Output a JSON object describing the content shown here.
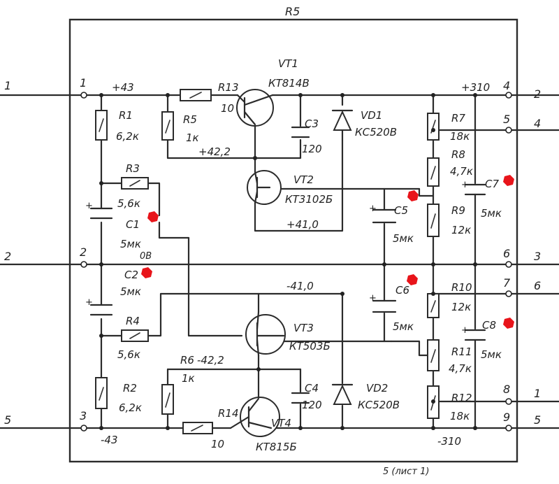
{
  "block_label": "R5",
  "footer_label": "5 (лист 1)",
  "ports_left": [
    {
      "outer": "1",
      "inner": "1"
    },
    {
      "outer": "2",
      "inner": "2"
    },
    {
      "outer": "5",
      "inner": "3"
    }
  ],
  "ports_right": [
    {
      "inner": "4",
      "outer": "2"
    },
    {
      "inner": "5",
      "outer": "4"
    },
    {
      "inner": "6",
      "outer": "3"
    },
    {
      "inner": "7",
      "outer": "6"
    },
    {
      "inner": "8",
      "outer": "1"
    },
    {
      "inner": "9",
      "outer": "5"
    }
  ],
  "voltages": {
    "v_plus_43": "+43",
    "v_plus_42": "+42,2",
    "v_plus_41": "+41,0",
    "v_minus_41": "-41,0",
    "v_minus_42": "-42,2",
    "v_minus_43": "-43",
    "v_plus_310": "+310",
    "v_minus_310": "-310",
    "zero_volt": "0В"
  },
  "components": {
    "R1": {
      "ref": "R1",
      "value": "6,2к"
    },
    "R2": {
      "ref": "R2",
      "value": "6,2к"
    },
    "R3": {
      "ref": "R3",
      "value": "5,6к"
    },
    "R4": {
      "ref": "R4",
      "value": "5,6к"
    },
    "R5": {
      "ref": "R5",
      "value": "1к"
    },
    "R6": {
      "ref": "R6",
      "value": "1к"
    },
    "R7": {
      "ref": "R7",
      "value": "18к"
    },
    "R8": {
      "ref": "R8",
      "value": "4,7к"
    },
    "R9": {
      "ref": "R9",
      "value": "12к"
    },
    "R10": {
      "ref": "R10",
      "value": "12к"
    },
    "R11": {
      "ref": "R11",
      "value": "4,7к"
    },
    "R12": {
      "ref": "R12",
      "value": "18к"
    },
    "R13": {
      "ref": "R13",
      "value": "10"
    },
    "R14": {
      "ref": "R14",
      "value": "10"
    },
    "C1": {
      "ref": "C1",
      "value": "5мк"
    },
    "C2": {
      "ref": "C2",
      "value": "5мк"
    },
    "C3": {
      "ref": "C3",
      "value": "120"
    },
    "C4": {
      "ref": "C4",
      "value": "120"
    },
    "C5": {
      "ref": "C5",
      "value": "5мк"
    },
    "C6": {
      "ref": "C6",
      "value": "5мк"
    },
    "C7": {
      "ref": "C7",
      "value": "5мк"
    },
    "C8": {
      "ref": "C8",
      "value": "5мк"
    },
    "VT1": {
      "ref": "VT1",
      "value": "КТ814В"
    },
    "VT2": {
      "ref": "VT2",
      "value": "КТ3102Б"
    },
    "VT3": {
      "ref": "VT3",
      "value": "КТ503Б"
    },
    "VT4": {
      "ref": "VT4",
      "value": "КТ815Б"
    },
    "VD1": {
      "ref": "VD1",
      "value": "КС520В"
    },
    "VD2": {
      "ref": "VD2",
      "value": "КС520В"
    }
  },
  "colors": {
    "ink": "#2b2b2b",
    "marker": "#e8141a"
  }
}
